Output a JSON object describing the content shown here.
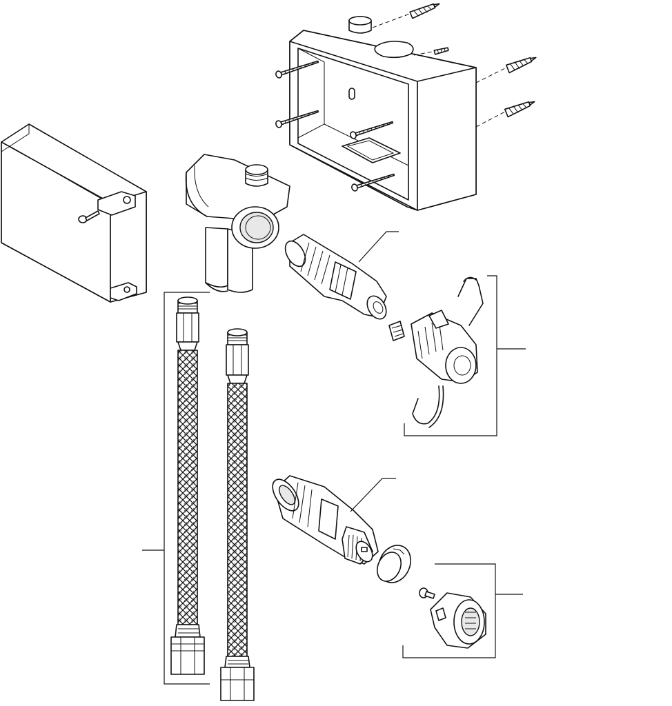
{
  "diagram": {
    "type": "exploded-parts-view",
    "callouts": [],
    "parts": [
      "mounting-box",
      "mounting-screws",
      "wall-plugs",
      "cover-box",
      "valve-body",
      "valve-cartridge",
      "solenoid-valve",
      "mixer-cartridge",
      "retaining-ring",
      "set-screw",
      "knob-sleeve",
      "flexible-hose-1",
      "flexible-hose-2"
    ]
  }
}
